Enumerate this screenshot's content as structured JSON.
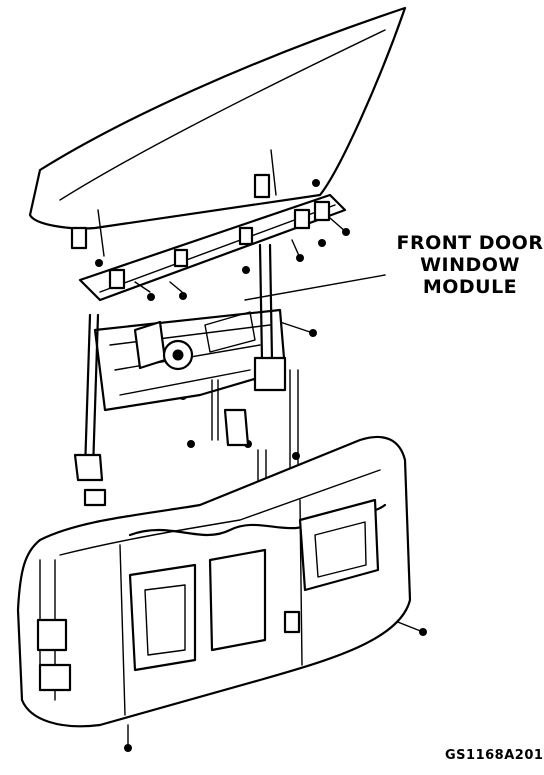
{
  "diagram": {
    "callout": {
      "line1": "FRONT DOOR",
      "line2": "WINDOW",
      "line3": "MODULE"
    },
    "figure_id": "GS1168A201"
  },
  "colors": {
    "ink": "#000000",
    "paper": "#ffffff"
  }
}
